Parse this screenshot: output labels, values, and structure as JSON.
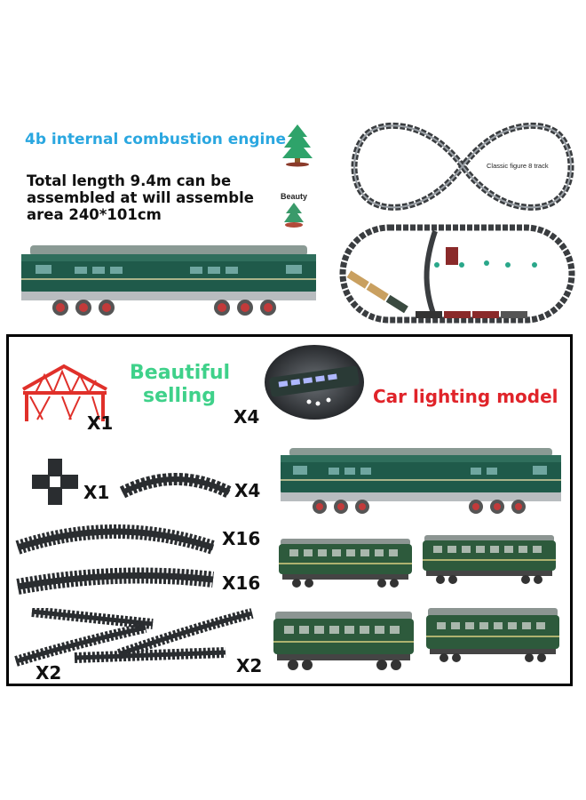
{
  "header": {
    "engine_title": "4b internal combustion engine",
    "description": "Total length 9.4m can be assembled at will assemble area 240*101cm",
    "beauty_label": "Beauty",
    "figure8_label": "Classic figure 8 track"
  },
  "box": {
    "beautiful_selling": "Beautiful selling",
    "car_lighting": "Car lighting model"
  },
  "quantities": {
    "bridge": "X1",
    "trees": "X4",
    "cross": "X1",
    "short_track": "X4",
    "curved_track": "X16",
    "straight_track": "X16",
    "switch_left": "X2",
    "switch_right": "X2"
  },
  "colors": {
    "engine_blue": "#2aa7e0",
    "beautiful_green": "#3fd18a",
    "lighting_red": "#e0242a",
    "train_green": "#1f5a4a",
    "track_dark": "#2a2d30"
  }
}
